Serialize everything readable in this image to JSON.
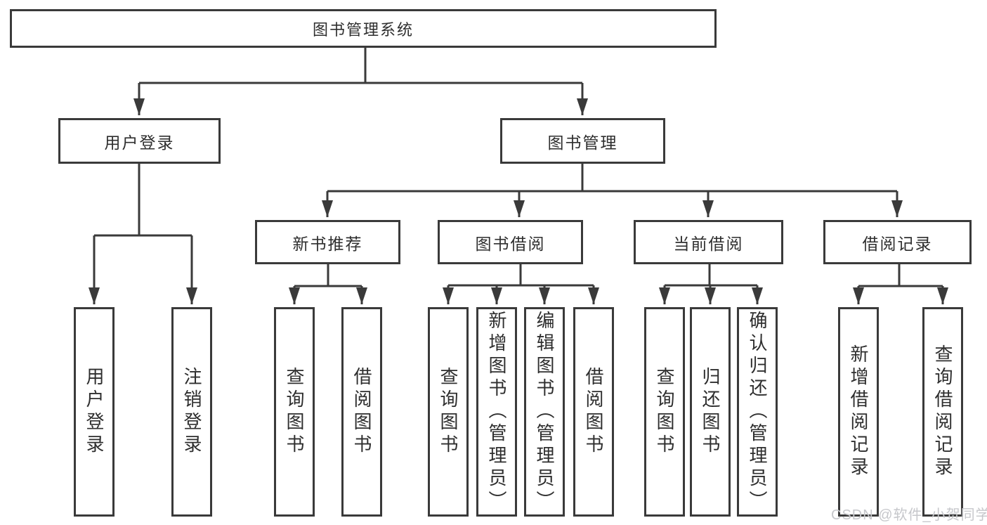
{
  "diagram": {
    "title": "图书管理系统",
    "type": "hierarchy-tree",
    "colors": {
      "line": "#3a3a3a",
      "box_border": "#3a3a3a",
      "text": "#2e2e2e",
      "background": "#ffffff",
      "watermark": "#c6c7cb"
    },
    "root": {
      "label": "图书管理系统"
    },
    "level1": [
      {
        "label": "用户登录"
      },
      {
        "label": "图书管理"
      }
    ],
    "level2": [
      {
        "label": "新书推荐",
        "parent": "图书管理"
      },
      {
        "label": "图书借阅",
        "parent": "图书管理"
      },
      {
        "label": "当前借阅",
        "parent": "图书管理"
      },
      {
        "label": "借阅记录",
        "parent": "图书管理"
      }
    ],
    "leaves": [
      {
        "label": "用户登录",
        "parent": "用户登录"
      },
      {
        "label": "注销登录",
        "parent": "用户登录"
      },
      {
        "label": "查询图书",
        "parent": "新书推荐"
      },
      {
        "label": "借阅图书",
        "parent": "新书推荐"
      },
      {
        "label": "查询图书",
        "parent": "图书借阅"
      },
      {
        "label": "新增图书（管理员）",
        "parent": "图书借阅"
      },
      {
        "label": "编辑图书（管理员）",
        "parent": "图书借阅"
      },
      {
        "label": "借阅图书",
        "parent": "图书借阅"
      },
      {
        "label": "查询图书",
        "parent": "当前借阅"
      },
      {
        "label": "归还图书",
        "parent": "当前借阅"
      },
      {
        "label": "确认归还（管理员）",
        "parent": "当前借阅"
      },
      {
        "label": "新增借阅记录",
        "parent": "借阅记录"
      },
      {
        "label": "查询借阅记录",
        "parent": "借阅记录"
      }
    ],
    "watermark": "CSDN @软件_小贺同学"
  }
}
